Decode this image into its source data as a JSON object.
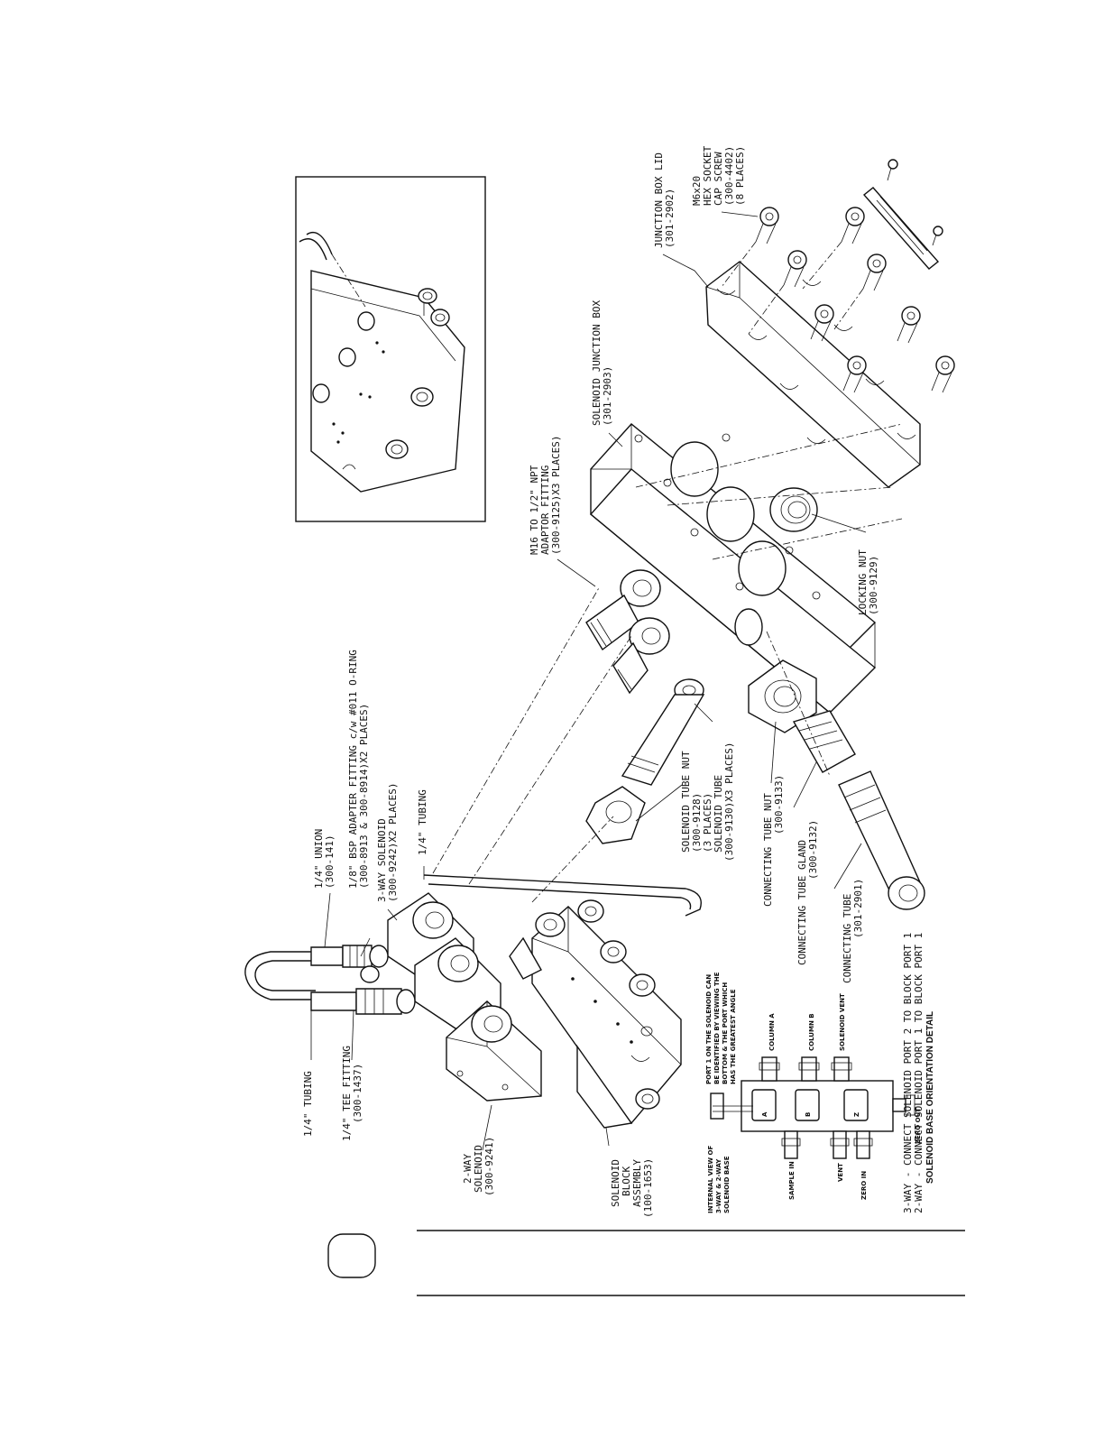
{
  "labels": {
    "junction_box_lid": "JUNCTION BOX LID",
    "junction_box_lid_pn": "(301-2902)",
    "hex_screw_1": "M6x20",
    "hex_screw_2": "HEX SOCKET",
    "hex_screw_3": "CAP SCREW",
    "hex_screw_4": "(300-4402)",
    "hex_screw_5": "(8 PLACES)",
    "junction_box": "SOLENOID JUNCTION BOX",
    "junction_box_pn": "(301-2903)",
    "adaptor_1": "M16 TO 1/2\" NPT",
    "adaptor_2": "ADAPTOR FITTING",
    "adaptor_3": "(300-9125)X3 PLACES)",
    "locking_nut": "LOCKING NUT",
    "locking_nut_pn": "(300-9129)",
    "union": "1/4\" UNION",
    "union_pn": "(300-141)",
    "bsp_1": "1/8\" BSP ADAPTER FITTING c/w #011 O-RING",
    "bsp_2": "(300-8913 & 300-8914)X2 PLACES)",
    "three_way_1": "3-WAY SOLENOID",
    "three_way_2": "(300-9242)X2 PLACES)",
    "tubing_right": "1/4\" TUBING",
    "tube_nut_1": "SOLENOID TUBE NUT",
    "tube_nut_2": "(300-9128)",
    "tube_nut_3": "(3 PLACES)",
    "sol_tube_1": "SOLENOID TUBE",
    "sol_tube_2": "(300-9130)X3 PLACES)",
    "conn_nut_1": "CONNECTING TUBE NUT",
    "conn_nut_2": "(300-9133)",
    "conn_gland_1": "CONNECTING TUBE GLAND",
    "conn_gland_2": "(300-9132)",
    "conn_tube_1": "CONNECTING TUBE",
    "conn_tube_2": "(301-2901)",
    "tubing_left": "1/4\" TUBING",
    "tee_1": "1/4\" TEE FITTING",
    "tee_2": "(300-1437)",
    "two_way_1": "2-WAY",
    "two_way_2": "SOLENOID",
    "two_way_3": "(300-9241)",
    "block_1": "SOLENOID",
    "block_2": "BLOCK",
    "block_3": "ASSEMBLY",
    "block_4": "(100-1653)"
  },
  "detail": {
    "title": "SOLENOID BASE ORIENTATION DETAIL",
    "note_1": "3-WAY - CONNECT SOLENOID PORT 2 TO BLOCK PORT 1",
    "note_2": "2-WAY - CONNECT SOLENOID PORT 1 TO BLOCK PORT 1",
    "port_note_1": "PORT 1 ON THE SOLENOID CAN",
    "port_note_2": "BE IDENTIFIED BY VIEWING THE",
    "port_note_3": "BOTTOM & THE PORT WHICH",
    "port_note_4": "HAS THE GREATEST ANGLE",
    "internal_1": "INTERNAL VIEW OF",
    "internal_2": "3-WAY & 2-WAY",
    "internal_3": "SOLENOID BASE",
    "column_a": "COLUMN A",
    "column_b": "COLUMN B",
    "solenoid_vent": "SOLENOID VENT",
    "sample_in": "SAMPLE IN",
    "vent": "VENT",
    "zero_in": "ZERO IN",
    "zero_out": "ZERO OUT",
    "sol_a": "A",
    "sol_b": "B",
    "sol_z": "Z"
  }
}
